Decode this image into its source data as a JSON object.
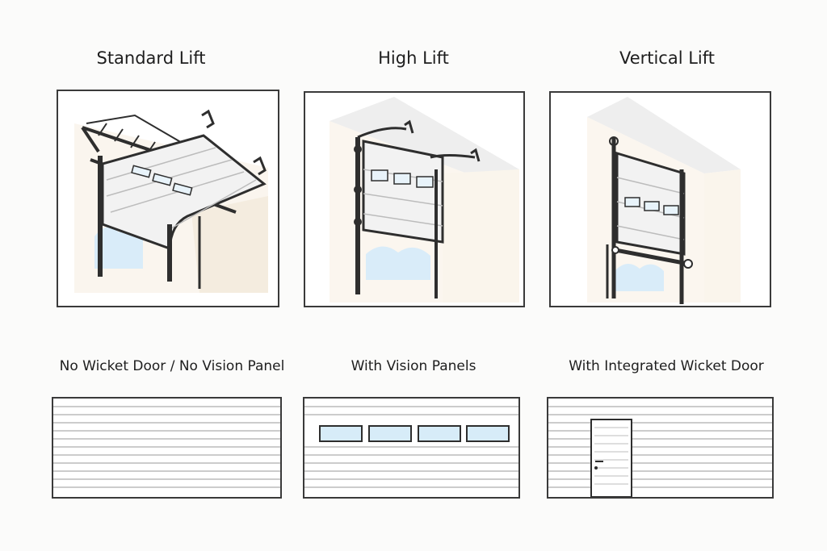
{
  "lift_types": {
    "standard": "Standard Lift",
    "high": "High Lift",
    "vertical": "Vertical Lift"
  },
  "door_options": {
    "none": "No Wicket Door / No Vision Panel",
    "vision": "With Vision Panels",
    "wicket": "With Integrated Wicket Door"
  },
  "colors": {
    "line": "#2e2e2e",
    "panel_fill": "#f2f2f2",
    "window_fill": "#d7ecf8",
    "wall_fill": "#f7efe2",
    "sky_fill": "#d9ecf9"
  }
}
